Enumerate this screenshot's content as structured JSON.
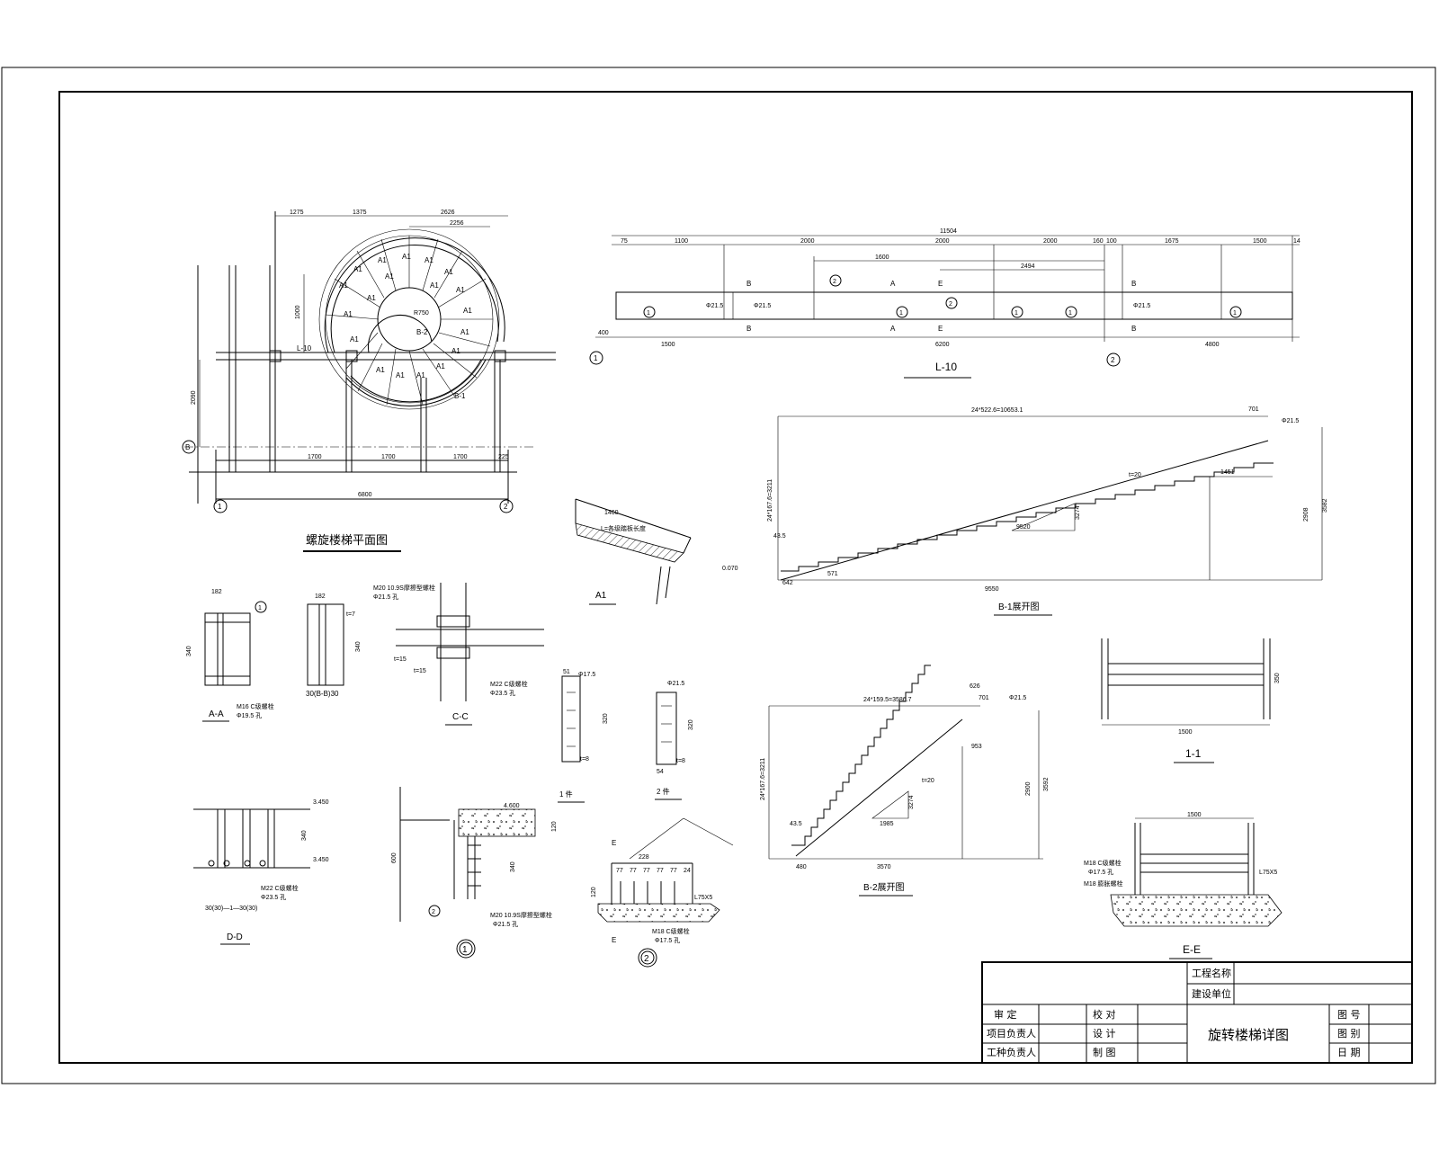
{
  "plan": {
    "title": "螺旋楼梯平面图",
    "dims_top": [
      "1275",
      "1375",
      "2626",
      "2256"
    ],
    "dim_left_1": "1000",
    "dim_left_2": "2090",
    "dims_bottom": [
      "1700",
      "1700",
      "1700",
      "225"
    ],
    "dim_total": "6800",
    "axis_1": "1",
    "axis_2": "2",
    "axis_b": "B",
    "step_label": "A1",
    "beam_label": "L-10",
    "b1_label": "B-1",
    "b2_label": "B-2",
    "radius_label": "R750"
  },
  "l10": {
    "title": "L-10",
    "dim_total": "11504",
    "dims_top": [
      "75",
      "1100",
      "2000",
      "2000",
      "2000",
      "160",
      "100",
      "1675",
      "1500",
      "14"
    ],
    "dims_mid": [
      "1600",
      "2494"
    ],
    "dims_bottom": [
      "400",
      "1500",
      "6200",
      "4800"
    ],
    "hole_label": "Φ21.5",
    "sec_b": "B",
    "sec_a": "A",
    "sec_e": "E",
    "callout_1": "1",
    "callout_2": "2",
    "axis_1": "1",
    "axis_2": "2"
  },
  "b1": {
    "title": "B-1展开图",
    "dim_top": "24*522.6=10653.1",
    "dim_top_right": "701",
    "dim_left": "24*167.6=3211",
    "dim_bottom": "9550",
    "dim_bottom_left": "642",
    "dim_bottom_small": "571",
    "dim_inner": "1451",
    "dim_right": "2908",
    "dim_right2": "3582",
    "elev": "0.070",
    "small_left": "43.5",
    "slope_a": "9520",
    "slope_b": "3274",
    "plate": "t=20",
    "hole": "Φ21.5"
  },
  "b2": {
    "title": "B-2展开图",
    "dim_top": "24*159.5=3586.7",
    "dim_top_right": "701",
    "dim_top_right2": "626",
    "dim_left": "24*167.6=3211",
    "dim_bottom": "3570",
    "dim_bottom_left": "480",
    "dim_inner": "953",
    "dim_right": "2900",
    "dim_right2": "3592",
    "small_left": "43.5",
    "slope_a": "1985",
    "slope_b": "3274",
    "plate": "t=20",
    "hole": "Φ21.5"
  },
  "a1": {
    "title": "A1",
    "dim": "1460",
    "note": "L=各级踏板长度"
  },
  "sec_aa": {
    "title": "A-A",
    "w": "182",
    "h": "340",
    "bolt": "M16 C级螺栓",
    "hole": "Φ19.5 孔",
    "tag": "1"
  },
  "sec_bb": {
    "title": "B-B",
    "w": "182",
    "h": "340",
    "note": "t=7",
    "sub": "30(B-B)30"
  },
  "sec_cc": {
    "title": "C-C",
    "bolt1": "M20 10.9S摩擦型螺栓",
    "hole1": "Φ21.5 孔",
    "bolt2": "M22 C级螺栓",
    "hole2": "Φ23.5 孔",
    "plate1": "t=15",
    "plate2": "t=15"
  },
  "part1": {
    "title": "1 件",
    "dim": "320",
    "hole": "Φ17.5",
    "plate": "t=8",
    "w": "51"
  },
  "part2": {
    "title": "2 件",
    "dim": "320",
    "hole": "Φ21.5",
    "plate": "t=8",
    "w": "54"
  },
  "sec_dd": {
    "title": "D-D",
    "elev1": "3.450",
    "elev2": "3.450",
    "bolt": "M22 C级螺栓",
    "hole": "Φ23.5 孔",
    "dim_h": "340",
    "bottom": "30(30)—1—30(30)"
  },
  "detail1": {
    "title": "1",
    "elev": "4.600",
    "bolt": "M20 10.9S摩擦型螺栓",
    "hole": "Φ21.5 孔",
    "dim_h": "340",
    "dim_left": "600",
    "dim_right": "120",
    "callout": "2"
  },
  "detail2": {
    "title": "2",
    "sec_label": "E",
    "dims": [
      "77",
      "77",
      "77",
      "77",
      "77",
      "24"
    ],
    "dim_top": "228",
    "slab": "120",
    "bolt": "M18 C级螺栓",
    "hole": "Φ17.5 孔",
    "plate": "L75X5"
  },
  "sec_11": {
    "title": "1-1",
    "w": "1500",
    "h": "350"
  },
  "sec_ee": {
    "title": "E-E",
    "w": "1500",
    "bolt1": "M18 C级螺栓",
    "hole1": "Φ17.5 孔",
    "bolt2": "M18 膨胀螺栓",
    "angle": "L75X5"
  },
  "titleblock": {
    "project_name": "工程名称",
    "client_name": "建设单位",
    "approve": "审 定",
    "project_lead": "项目负责人",
    "discipline_lead": "工种负责人",
    "check": "校 对",
    "design": "设 计",
    "draw": "制 图",
    "drawing_title": "旋转楼梯详图",
    "drawing_no": "图 号",
    "sheet": "图 别",
    "date": "日 期"
  }
}
